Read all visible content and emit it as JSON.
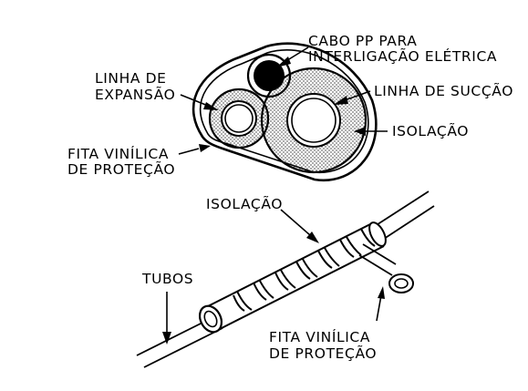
{
  "labels": {
    "cable_line1": "CABO PP PARA",
    "cable_line2": "INTERLIGAÇÃO ELÉTRICA",
    "expansion_line1": "LINHA DE",
    "expansion_line2": "EXPANSÃO",
    "suction": "LINHA DE SUCÇÃO",
    "insulation_top": "ISOLAÇÃO",
    "tape_top_line1": "FITA VINÍLICA",
    "tape_top_line2": "DE PROTEÇÃO",
    "insulation_bottom": "ISOLAÇÃO",
    "pipes": "TUBOS",
    "tape_bottom_line1": "FITA VINÍLICA",
    "tape_bottom_line2": "DE PROTEÇÃO"
  },
  "colors": {
    "stroke": "#000000",
    "background": "#ffffff"
  }
}
